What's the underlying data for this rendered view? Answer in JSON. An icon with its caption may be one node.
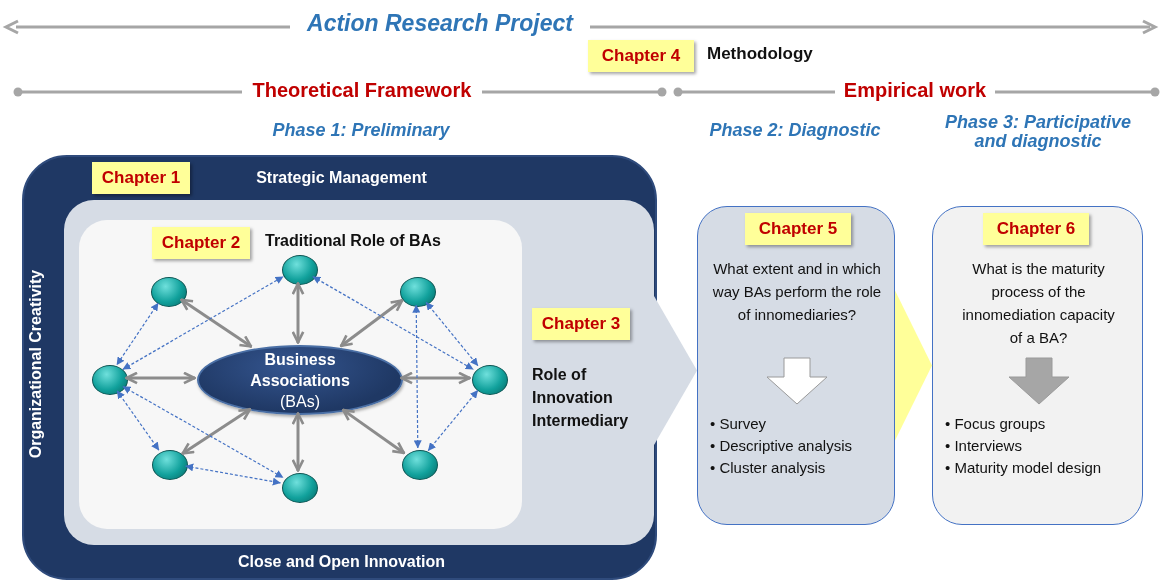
{
  "diagram": {
    "title": "Action Research Project",
    "nodes": [
      {
        "text": [
          "Chapter 4"
        ],
        "beside": [
          "Methodology"
        ]
      },
      {
        "text": [
          "Strategic Management",
          "Organizational Creativity",
          "Close and Open Innovation"
        ]
      },
      {
        "text": [
          "Chapter 1"
        ],
        "in": 1
      },
      {
        "text": [
          "Role of Innovation Intermediary"
        ],
        "in": 1
      },
      {
        "text": [
          "Chapter 3"
        ],
        "in": 3
      },
      {
        "text": [
          "Traditional Role of BAs"
        ],
        "in": 3
      },
      {
        "text": [
          "Chapter 2"
        ],
        "in": 5
      },
      {
        "text": [
          "Business Associations",
          "(BAs)"
        ],
        "in": 5
      },
      {
        "text": [],
        "shape": "circle",
        "in": 5
      },
      {
        "text": [],
        "shape": "circle",
        "in": 5
      },
      {
        "text": [],
        "shape": "circle",
        "in": 5
      },
      {
        "text": [],
        "shape": "circle",
        "in": 5
      },
      {
        "text": [],
        "shape": "circle",
        "in": 5
      },
      {
        "text": [],
        "shape": "circle",
        "in": 5
      },
      {
        "text": [],
        "shape": "circle",
        "in": 5
      },
      {
        "text": [],
        "shape": "circle",
        "in": 5
      },
      {
        "text": [
          "What extent and in which way BAs perform the role of innomediaries?",
          "• Survey",
          "• Descriptive analysis",
          "• Cluster analysis"
        ]
      },
      {
        "text": [
          "Chapter 5"
        ],
        "in": 16
      },
      {
        "text": [
          "What is the maturity process of the innomediation capacity of a BA?",
          "• Focus groups",
          "• Interviews",
          "• Maturity model design"
        ]
      },
      {
        "text": [
          "Chapter 6"
        ],
        "in": 18
      }
    ],
    "edges": [
      {
        "from": 7,
        "to": 8,
        "arrow": "both",
        "style": "thick"
      },
      {
        "from": 7,
        "to": 9,
        "arrow": "both",
        "style": "thick"
      },
      {
        "from": 7,
        "to": 10,
        "arrow": "both",
        "style": "thick"
      },
      {
        "from": 7,
        "to": 11,
        "arrow": "both",
        "style": "thick"
      },
      {
        "from": 7,
        "to": 12,
        "arrow": "both",
        "style": "thick"
      },
      {
        "from": 7,
        "to": 13,
        "arrow": "both",
        "style": "thick"
      },
      {
        "from": 7,
        "to": 14,
        "arrow": "both",
        "style": "thick"
      },
      {
        "from": 7,
        "to": 15,
        "arrow": "both",
        "style": "thick"
      },
      {
        "from": 9,
        "to": 11,
        "arrow": "both",
        "style": "dashed",
        "color": "#4472c4"
      },
      {
        "from": 11,
        "to": 8,
        "arrow": "both",
        "style": "dashed",
        "color": "#4472c4"
      },
      {
        "from": 11,
        "to": 13,
        "arrow": "both",
        "style": "dashed",
        "color": "#4472c4"
      },
      {
        "from": 11,
        "to": 15,
        "arrow": "both",
        "style": "dashed",
        "color": "#4472c4"
      },
      {
        "from": 13,
        "to": 15,
        "arrow": "both",
        "style": "dashed",
        "color": "#4472c4"
      },
      {
        "from": 8,
        "to": 12,
        "arrow": "both",
        "style": "dashed",
        "color": "#4472c4"
      },
      {
        "from": 10,
        "to": 12,
        "arrow": "both",
        "style": "dashed",
        "color": "#4472c4"
      },
      {
        "from": 10,
        "to": 14,
        "arrow": "both",
        "style": "dashed",
        "color": "#4472c4"
      },
      {
        "from": 12,
        "to": 14,
        "arrow": "both",
        "style": "dashed",
        "color": "#4472c4"
      },
      {
        "from": 3,
        "to": 16,
        "arrow": "to",
        "color": "#d6dce5"
      },
      {
        "from": 16,
        "to": 18,
        "arrow": "to",
        "color": "#ffff99"
      }
    ],
    "labels": [
      "Theoretical Framework",
      "Empirical work",
      "Phase 1: Preliminary",
      "Phase 2: Diagnostic",
      "Phase 3: Participative and diagnostic"
    ]
  }
}
